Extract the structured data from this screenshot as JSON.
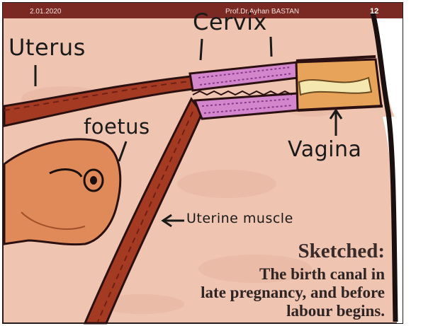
{
  "header": {
    "date": "2.01.2020",
    "author": "Prof.Dr.Ayhan BASTAN",
    "page": "12"
  },
  "labels": {
    "cervix": "Cervix",
    "uterus": "Uterus",
    "foetus": "foetus",
    "vagina": "Vagina",
    "uterine_muscle": "Uterine muscle"
  },
  "caption": {
    "title": "Sketched:",
    "line1": "The birth canal in",
    "line2": "late pregnancy, and before",
    "line3": "labour begins."
  },
  "colors": {
    "background": "#efc4b0",
    "wall": "#a43a22",
    "cervix": "#d486cc",
    "vagina_plug": "#e8a35a",
    "foetus": "#e08a5a"
  }
}
